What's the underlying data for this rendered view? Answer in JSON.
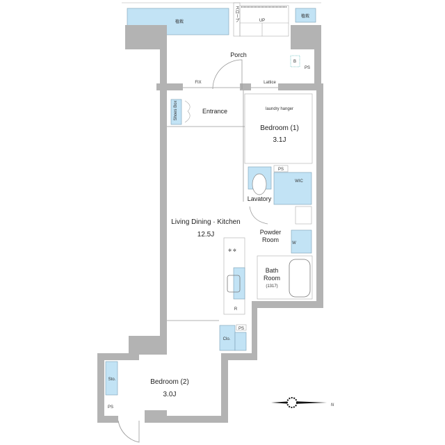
{
  "plan": {
    "planting_left": "植栽",
    "planting_right": "植栽",
    "slope": "スロープ",
    "up": "UP",
    "porch": "Porch",
    "fix": "FIX",
    "lattice": "Lattice",
    "b": "B",
    "ps_top": "PS",
    "shoes_box": "Shoes Box",
    "entrance": "Entrance",
    "laundry_hanger": "laundry hanger",
    "bedroom1": "Bedroom (1)",
    "bedroom1_size": "3.1J",
    "ps_lav": "PS",
    "wic": "WIC",
    "lavatory": "Lavatory",
    "ldk": "Living Dining · Kitchen",
    "ldk_size": "12.5J",
    "powder_room_1": "Powder",
    "powder_room_2": "Room",
    "w": "W",
    "bath_1": "Bath",
    "bath_2": "Room",
    "bath_size": "(1317)",
    "r": "R",
    "ps_clo": "PS",
    "clo": "Clo.",
    "bedroom2": "Bedroom (2)",
    "bedroom2_size": "3.0J",
    "sto": "Sto.",
    "ps_bottom": "PS",
    "north": "N"
  },
  "colors": {
    "wall": "#b3b3b3",
    "fixture": "#c2e3f5"
  }
}
